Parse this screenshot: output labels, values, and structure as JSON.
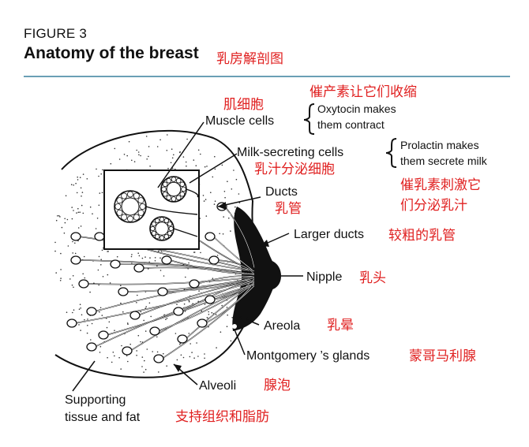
{
  "figure": {
    "label": "FIGURE 3",
    "title": "Anatomy of the breast",
    "title_zh": "乳房解剖图"
  },
  "labels": {
    "muscle_cells": "Muscle cells",
    "muscle_cells_zh": "肌细胞",
    "oxytocin_line1": "Oxytocin makes",
    "oxytocin_line2": "them contract",
    "oxytocin_zh": "催产素让它们收缩",
    "milk_cells": "Milk-secreting cells",
    "milk_cells_zh": "乳汁分泌细胞",
    "prolactin_line1": "Prolactin makes",
    "prolactin_line2": "them secrete milk",
    "prolactin_zh_line1": "催乳素刺激它",
    "prolactin_zh_line2": "们分泌乳汁",
    "ducts": "Ducts",
    "ducts_zh": "乳管",
    "larger_ducts": "Larger ducts",
    "larger_ducts_zh": "较粗的乳管",
    "nipple": "Nipple",
    "nipple_zh": "乳头",
    "areola": "Areola",
    "areola_zh": "乳晕",
    "montgomery": "Montgomery ’s glands",
    "montgomery_zh": "蒙哥马利腺",
    "alveoli": "Alveoli",
    "alveoli_zh": "腺泡",
    "supporting_line1": "Supporting",
    "supporting_line2": "tissue and fat",
    "supporting_zh": "支持组织和脂肪"
  },
  "colors": {
    "annotation_red": "#e02020",
    "rule_blue": "#6a9fb5",
    "ink": "#111111"
  }
}
